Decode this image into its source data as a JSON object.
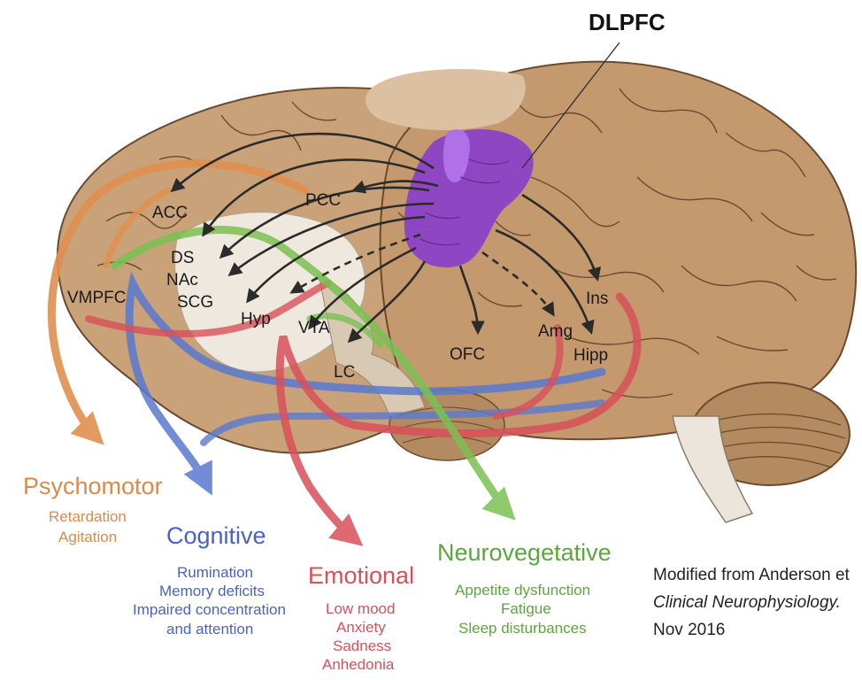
{
  "title": "DLPFC",
  "regions": {
    "acc": "ACC",
    "pcc": "PCC",
    "ds": "DS",
    "nac": "NAc",
    "vmpfc": "VMPFC",
    "scg": "SCG",
    "hyp": "Hyp",
    "vta": "VTA",
    "lc": "LC",
    "ofc": "OFC",
    "amg": "Amg",
    "ins": "Ins",
    "hipp": "Hipp"
  },
  "categories": [
    {
      "name": "Psychomotor",
      "color": "#d98a4c",
      "items": [
        "Retardation",
        "Agitation"
      ]
    },
    {
      "name": "Cognitive",
      "color": "#4a62c8",
      "items": [
        "Rumination",
        "Memory deficits",
        "Impaired concentration",
        "and attention"
      ]
    },
    {
      "name": "Emotional",
      "color": "#d9505a",
      "items": [
        "Low mood",
        "Anxiety",
        "Sadness",
        "Anhedonia"
      ]
    },
    {
      "name": "Neurovegetative",
      "color": "#5aa83c",
      "items": [
        "Appetite dysfunction",
        "Fatigue",
        "Sleep disturbances"
      ]
    }
  ],
  "citation": {
    "line1": "Modified from Anderson et",
    "line2": "Clinical Neurophysiology.",
    "line3": "Nov 2016"
  },
  "colors": {
    "brain": "#c9a27a",
    "brain_outline": "#6b4a2e",
    "dlpfc": "#8a3fc9",
    "psychomotor": "#e0904f",
    "cognitive": "#5a7ad0",
    "emotional": "#d9505a",
    "neurovegetative": "#7bc152"
  }
}
